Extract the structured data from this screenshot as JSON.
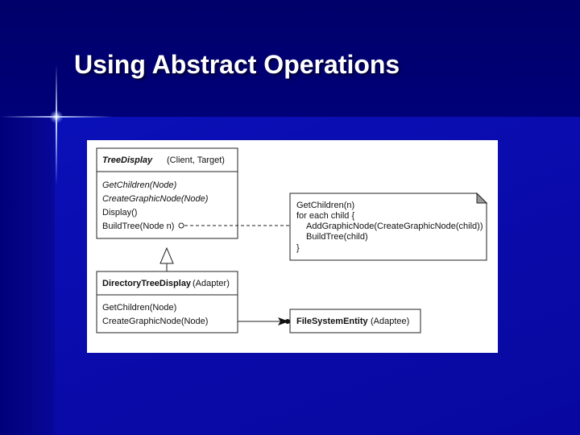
{
  "slide": {
    "title": "Using Abstract Operations"
  },
  "diagram": {
    "tree_display": {
      "name": "TreeDisplay",
      "role": "(Client, Target)",
      "operations": [
        "GetChildren(Node)",
        "CreateGraphicNode(Node)",
        "Display()",
        "BuildTree(Node n)"
      ]
    },
    "directory_tree_display": {
      "name": "DirectoryTreeDisplay",
      "role": "(Adapter)",
      "operations": [
        "GetChildren(Node)",
        "CreateGraphicNode(Node)"
      ]
    },
    "file_system_entity": {
      "name": "FileSystemEntity",
      "role": "(Adaptee)"
    },
    "note": {
      "lines": [
        "GetChildren(n)",
        "for each child {",
        "AddGraphicNode(CreateGraphicNode(child))",
        "BuildTree(child)",
        "}"
      ]
    }
  }
}
